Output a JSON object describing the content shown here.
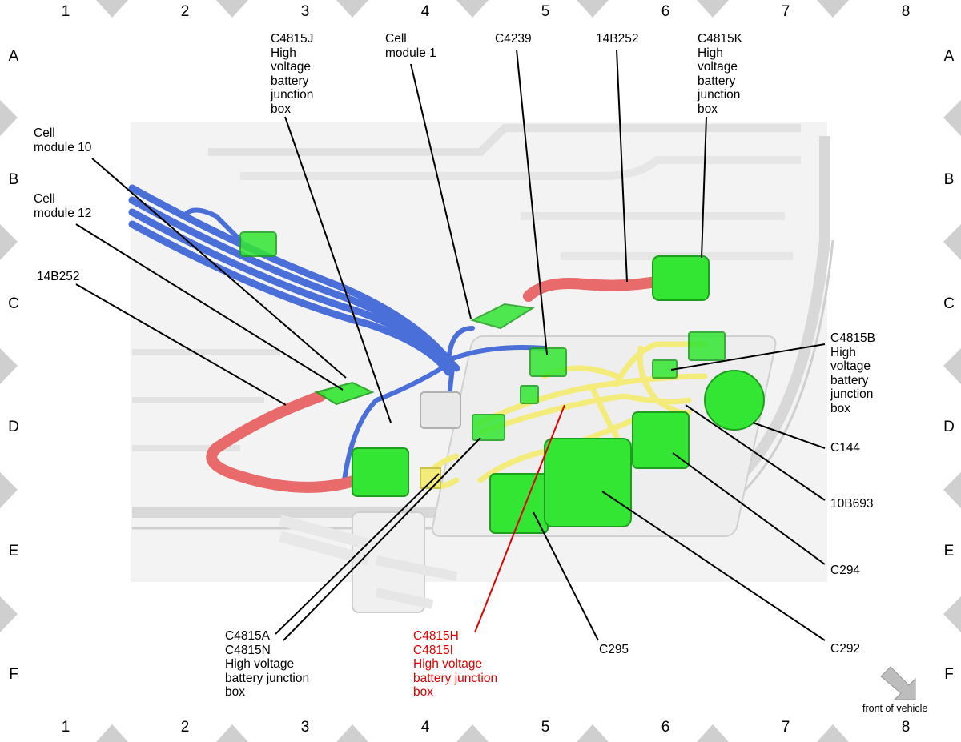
{
  "grid": {
    "columns": [
      "1",
      "2",
      "3",
      "4",
      "5",
      "6",
      "7",
      "8"
    ],
    "rows": [
      "A",
      "B",
      "C",
      "D",
      "E",
      "F"
    ]
  },
  "colors": {
    "highlight_label": "#e00000",
    "connector_green": "#33e633",
    "harness_blue": "#4a6fd8",
    "cable_red": "#e86a6a",
    "harness_yellow": "#f3ec7a",
    "border_marker": "#cfcfcf"
  },
  "labels": {
    "c4815j": "C4815J\nHigh\nvoltage\nbattery\njunction\nbox",
    "cell_module_1": "Cell\nmodule 1",
    "c4239": "C4239",
    "b252_top": "14B252",
    "c4815k": "C4815K\nHigh\nvoltage\nbattery\njunction\nbox",
    "cell_module_10": "Cell\nmodule 10",
    "cell_module_12": "Cell\nmodule 12",
    "b252_left": "14B252",
    "c4815b": "C4815B\nHigh\nvoltage\nbattery\njunction\nbox",
    "c144": "C144",
    "b693": "10B693",
    "c294": "C294",
    "c292": "C292",
    "c295": "C295",
    "c4815a_n": "C4815A\nC4815N\nHigh voltage\nbattery junction\nbox",
    "c4815h_i": "C4815H\nC4815I\nHigh voltage\nbattery junction\nbox"
  },
  "front_of_vehicle": "front of vehicle"
}
